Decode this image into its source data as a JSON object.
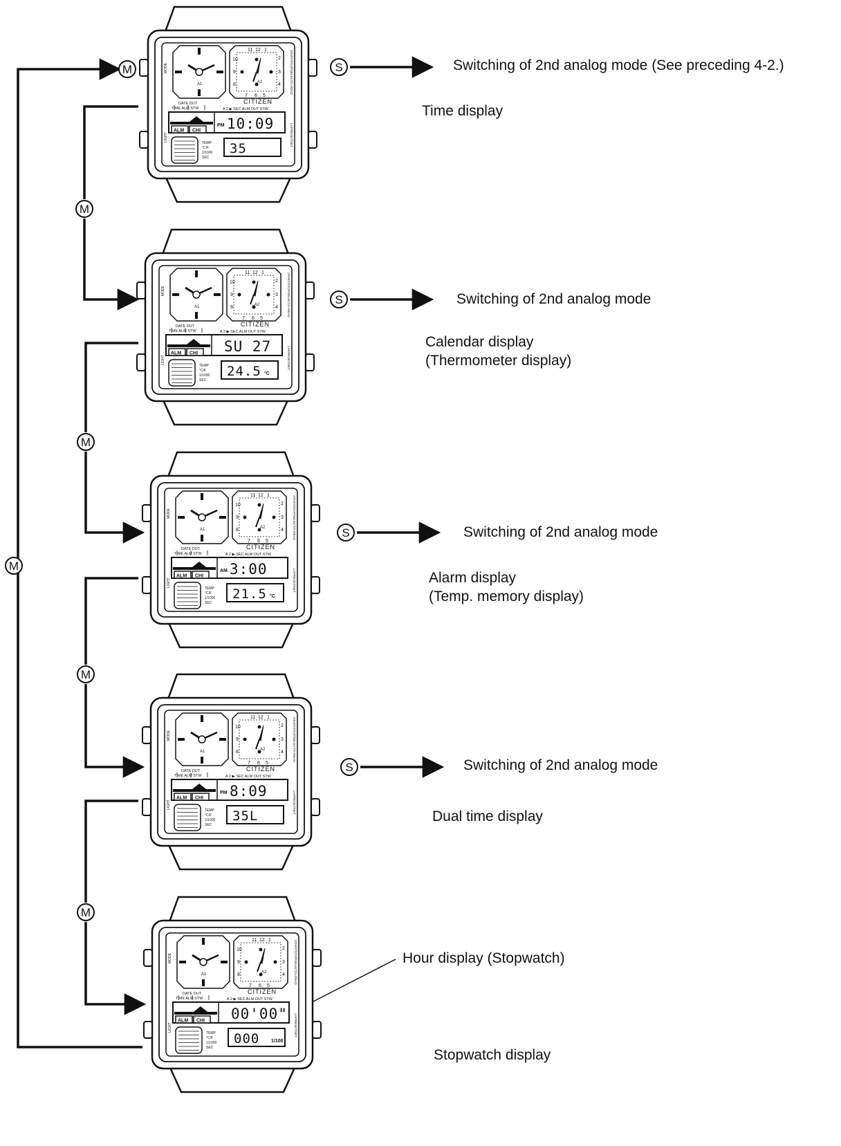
{
  "buttons": {
    "m": "M",
    "s": "S"
  },
  "watch": {
    "brand": "CITIZEN",
    "mode_label": "MODE",
    "light_label": "LIGHT",
    "right_side_label": "START/STOP/SELECT/A-READ",
    "right_side_label2": "LAP/RESET/SET",
    "dial_a1": "A1",
    "dial_a2": "A2",
    "dial_numbers": [
      "11",
      "12",
      "1",
      "2",
      "3",
      "4",
      "5",
      "6",
      "7",
      "8",
      "9",
      "10"
    ],
    "mode_row1": "DATE   DUT",
    "mode_row2": "TIME  ALM  STW",
    "a2_row": "A 2 ▶ SEC  ALM  OUT  STW",
    "alm": "ALM",
    "chi": "CHI",
    "temp_labels": [
      "TEMP",
      "°C/F",
      "1/1000",
      "SEC"
    ]
  },
  "steps": [
    {
      "switch_label": "Switching of 2nd analog mode (See preceding 4-2.)",
      "display_label": "Time display",
      "display_sub": "",
      "upper_prefix": "PM",
      "upper_value": "10:09",
      "lower_value": "35",
      "lower_unit": ""
    },
    {
      "switch_label": "Switching of 2nd analog mode",
      "display_label": "Calendar display",
      "display_sub": "(Thermometer display)",
      "upper_prefix": "",
      "upper_value": "SU 27",
      "lower_value": "24.5",
      "lower_unit": "°C"
    },
    {
      "switch_label": "Switching of 2nd analog mode",
      "display_label": "Alarm display",
      "display_sub": "(Temp. memory display)",
      "upper_prefix": "AM",
      "upper_value": "3:00",
      "lower_value": "21.5",
      "lower_unit": "°C"
    },
    {
      "switch_label": "Switching of 2nd analog mode",
      "display_label": "Dual time display",
      "display_sub": "",
      "upper_prefix": "PM",
      "upper_value": "8:09",
      "lower_value": "35L",
      "lower_unit": ""
    },
    {
      "switch_label": "",
      "display_label": "Stopwatch display",
      "display_sub": "",
      "upper_prefix": "",
      "upper_value": "00'00\"",
      "lower_value": "000",
      "lower_unit": "1/100"
    }
  ],
  "callout": "Hour display (Stopwatch)"
}
